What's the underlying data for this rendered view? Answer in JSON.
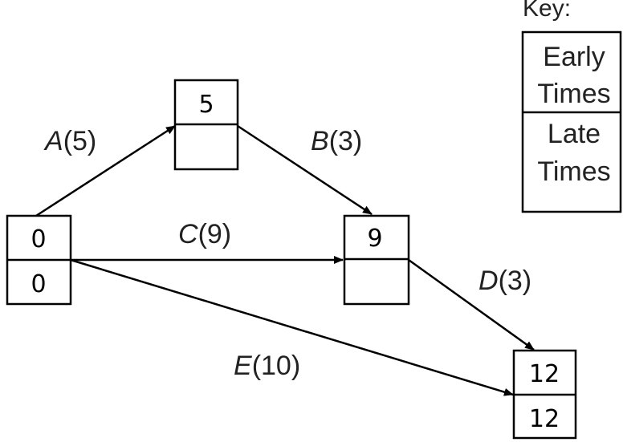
{
  "key": {
    "title": "Key:",
    "early_line1": "Early",
    "early_line2": "Times",
    "late_line1": "Late",
    "late_line2": "Times"
  },
  "nodes": {
    "start": {
      "early": "0",
      "late": "0"
    },
    "top": {
      "early": "5",
      "late": ""
    },
    "middle": {
      "early": "9",
      "late": ""
    },
    "end": {
      "early": "12",
      "late": "12"
    }
  },
  "activities": {
    "A": {
      "name": "A",
      "duration": "(5)"
    },
    "B": {
      "name": "B",
      "duration": "(3)"
    },
    "C": {
      "name": "C",
      "duration": "(9)"
    },
    "D": {
      "name": "D",
      "duration": "(3)"
    },
    "E": {
      "name": "E",
      "duration": "(10)"
    }
  }
}
